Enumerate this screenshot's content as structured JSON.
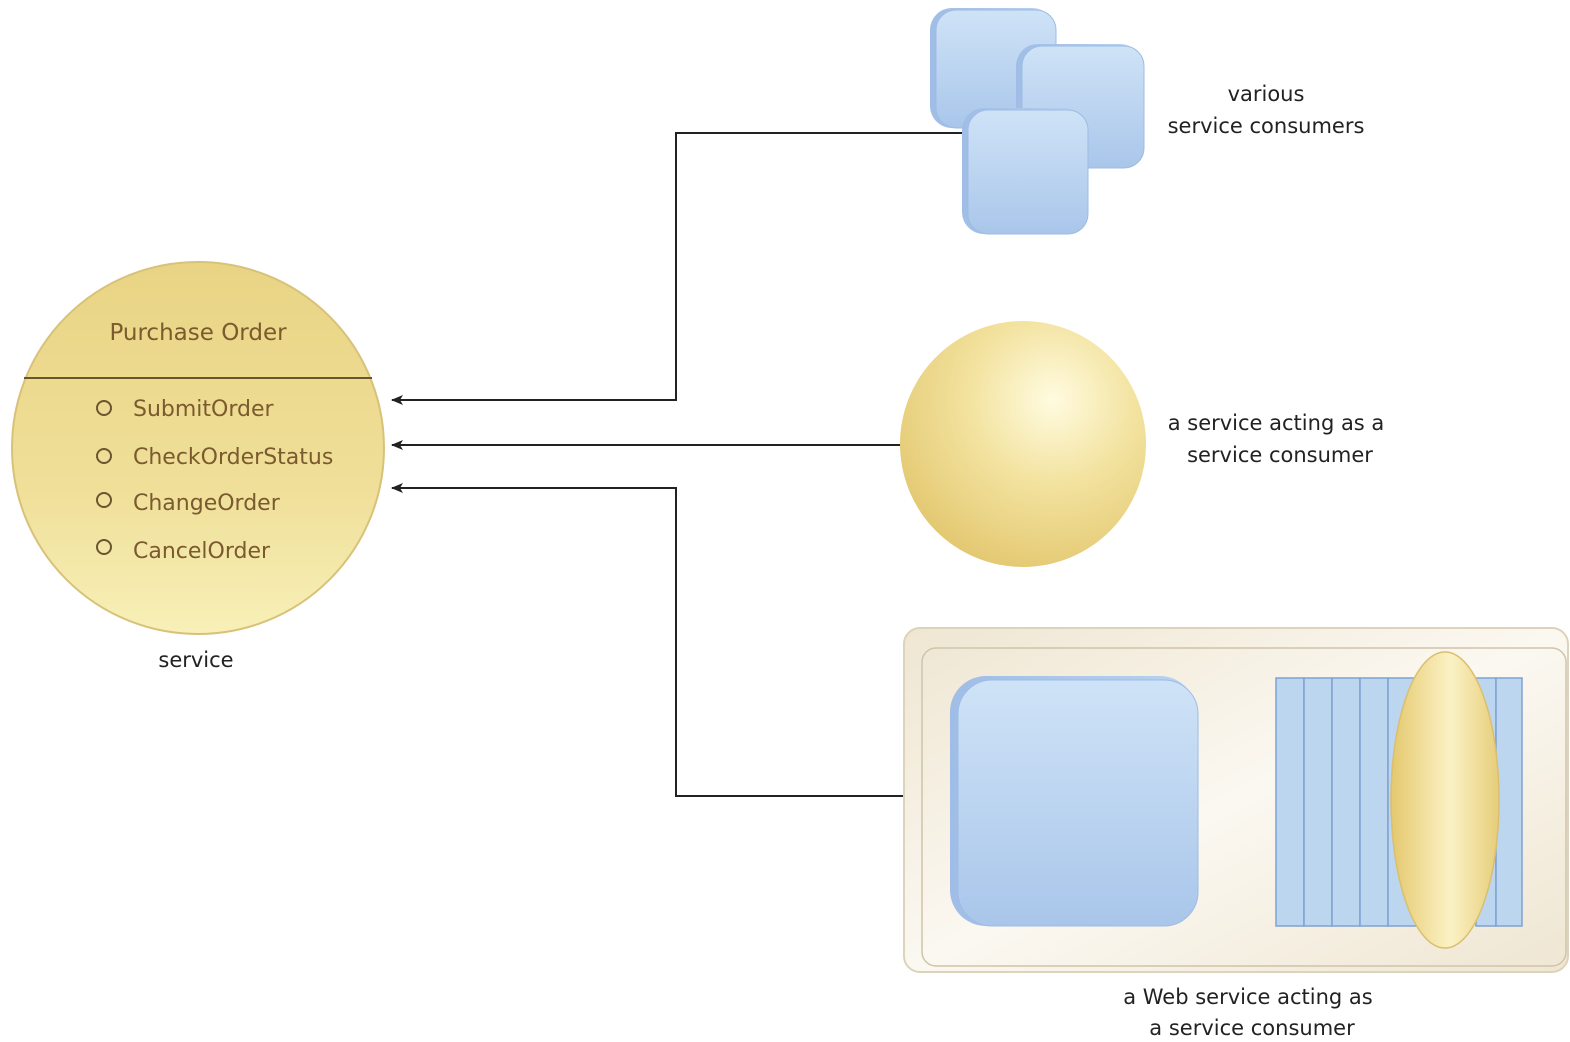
{
  "service": {
    "title": "Purchase Order",
    "operations": [
      "SubmitOrder",
      "CheckOrderStatus",
      "ChangeOrder",
      "CancelOrder"
    ],
    "caption": "service"
  },
  "consumers": {
    "various": {
      "line1": "various",
      "line2": "service consumers"
    },
    "service_consumer": {
      "line1": "a service acting as a",
      "line2": "service consumer"
    },
    "web_service_consumer": {
      "line1": "a Web service acting as",
      "line2": "a service consumer"
    }
  },
  "colors": {
    "service_fill": "#ecd98a",
    "consumer_blue": "#bdd6f0",
    "ball_yellow": "#ecd98a",
    "container_beige": "#f3ecdc",
    "connector": "#222222"
  }
}
